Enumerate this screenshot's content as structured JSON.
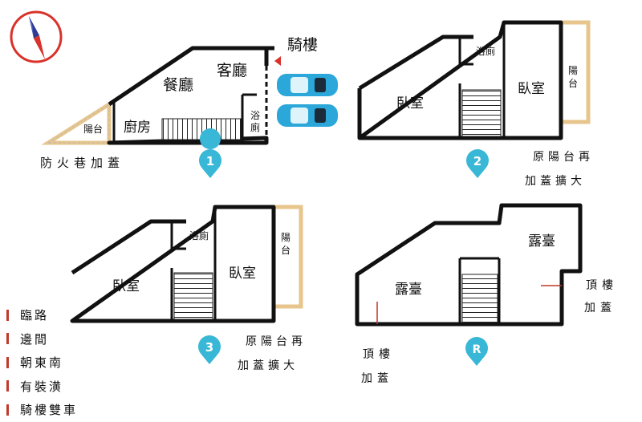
{
  "colors": {
    "wall": "#111111",
    "balcony": "#e7c58c",
    "pin": "#39b7d6",
    "compass_ring": "#d9322a",
    "label_line": "#c0392b",
    "car": "#2ba7d9"
  },
  "plans": [
    {
      "number": "1",
      "rooms": {
        "arcade": "騎樓",
        "living": "客廳",
        "dining": "餐廳",
        "kitchen": "廚房",
        "balcony": "陽台",
        "bath_a": "浴",
        "bath_b": "廁"
      },
      "note": "防火巷加蓋"
    },
    {
      "number": "2",
      "rooms": {
        "bath": "浴廁",
        "bedroom_left": "臥室",
        "bedroom_right": "臥室",
        "balcony_a": "陽",
        "balcony_b": "台"
      },
      "note_line1": "原陽台再",
      "note_line2": "加蓋擴大"
    },
    {
      "number": "3",
      "rooms": {
        "bath": "浴廁",
        "bedroom_left": "臥室",
        "bedroom_right": "臥室",
        "balcony_a": "陽",
        "balcony_b": "台"
      },
      "note_line1": "原陽台再",
      "note_line2": "加蓋擴大"
    },
    {
      "number": "R",
      "rooms": {
        "terrace_left": "露臺",
        "terrace_right": "露臺"
      },
      "note_right_line1": "頂樓",
      "note_right_line2": "加蓋",
      "note_left_line1": "頂樓",
      "note_left_line2": "加蓋"
    }
  ],
  "legend": [
    "臨路",
    "邊間",
    "朝東南",
    "有裝潢",
    "騎樓雙車"
  ]
}
